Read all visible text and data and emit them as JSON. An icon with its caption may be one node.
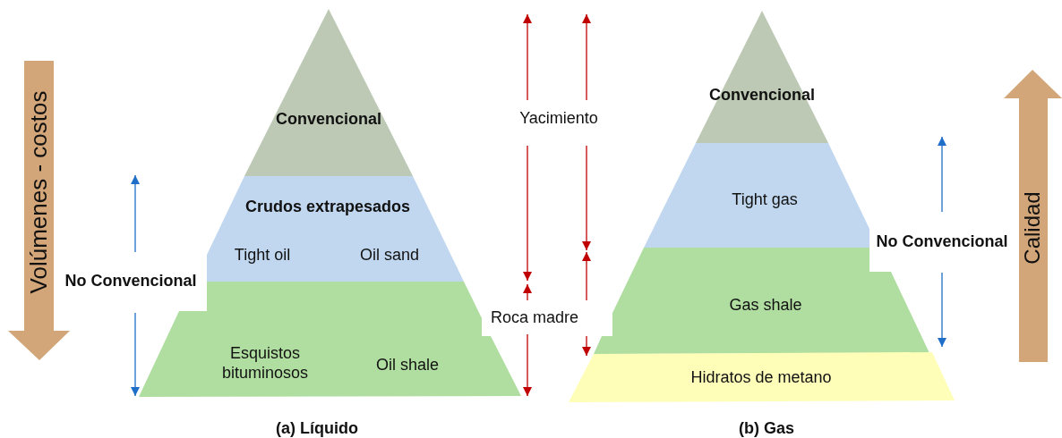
{
  "diagram": {
    "nodes": [
      {
        "text": [
          "Convencional"
        ]
      },
      {
        "text": [
          "Crudos extrapesados",
          "Tight oil",
          "Oil sand"
        ]
      },
      {
        "text": [
          "Esquistos bituminosos",
          "Oil shale"
        ]
      },
      {
        "text": [
          "Convencional"
        ]
      },
      {
        "text": [
          "Tight gas"
        ]
      },
      {
        "text": [
          "Gas shale"
        ]
      },
      {
        "text": [
          "Hidratos de metano"
        ]
      },
      {
        "text": [
          "Volúmenes - costos"
        ]
      },
      {
        "text": [
          "Calidad"
        ]
      }
    ],
    "labels": [
      "Yacimiento",
      "No Convencional",
      "No Convencional",
      "Roca madre",
      "(a) Líquido",
      "(b) Gas"
    ]
  }
}
